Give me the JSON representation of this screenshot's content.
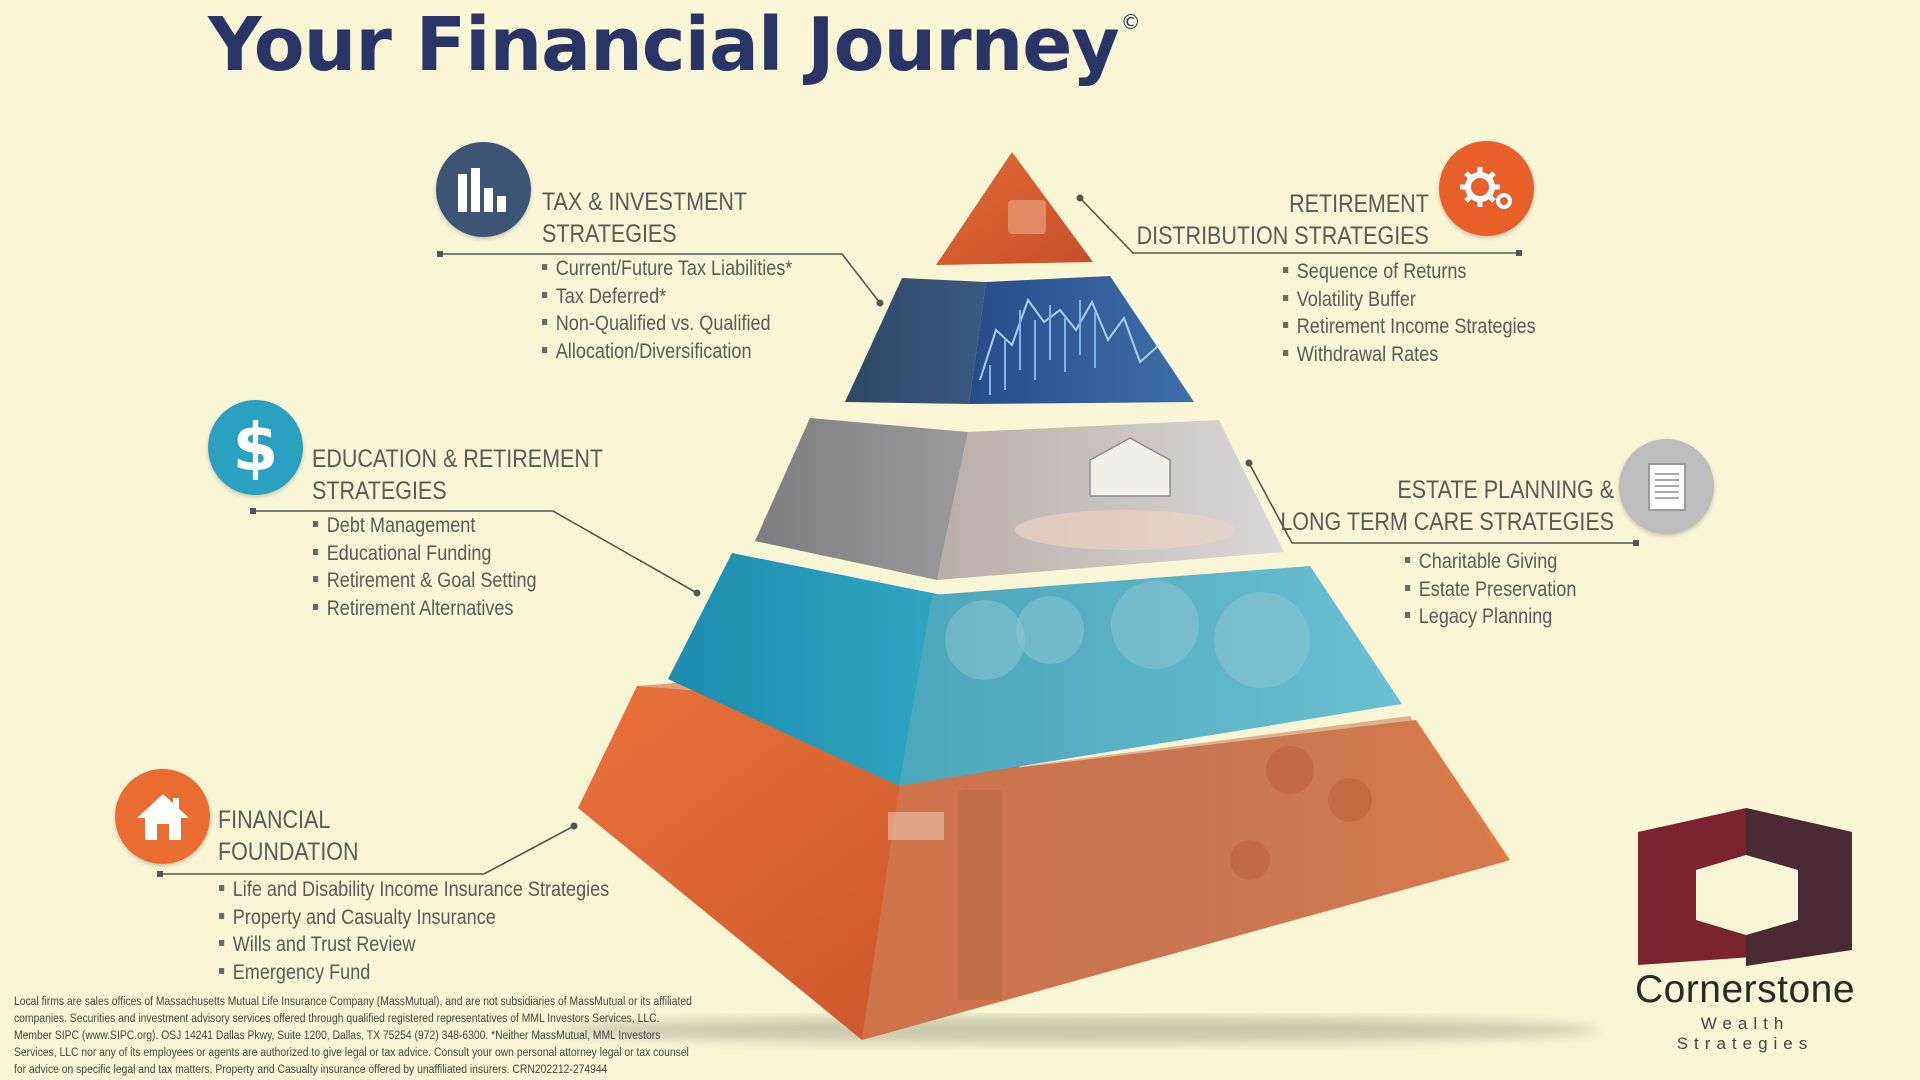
{
  "title": "Your Financial Journey",
  "copyright_mark": "©",
  "colors": {
    "navy": "#2b3467",
    "orange": "#e96c31",
    "teal": "#2aa1c0",
    "gray": "#8c8c8c",
    "maroon": "#7a2430",
    "background": "#f9f6d6"
  },
  "sections": {
    "tax": {
      "icon": "bar-chart-icon",
      "title_line1": "TAX & INVESTMENT",
      "title_line2": "STRATEGIES",
      "items": [
        "Current/Future Tax Liabilities*",
        "Tax Deferred*",
        "Non-Qualified vs. Qualified",
        "Allocation/Diversification"
      ]
    },
    "retirement_distribution": {
      "icon": "gears-icon",
      "title_line1": "RETIREMENT",
      "title_line2": "DISTRIBUTION STRATEGIES",
      "items": [
        "Sequence of Returns",
        "Volatility Buffer",
        "Retirement Income Strategies",
        "Withdrawal Rates"
      ]
    },
    "education": {
      "icon": "dollar-icon",
      "title_line1": "EDUCATION & RETIREMENT",
      "title_line2": "STRATEGIES",
      "items": [
        "Debt Management",
        "Educational Funding",
        "Retirement & Goal Setting",
        "Retirement Alternatives"
      ]
    },
    "estate": {
      "icon": "document-icon",
      "title_line1": "ESTATE PLANNING &",
      "title_line2": "LONG TERM CARE STRATEGIES",
      "items": [
        "Charitable Giving",
        "Estate Preservation",
        "Legacy Planning"
      ]
    },
    "foundation": {
      "icon": "house-icon",
      "title_line1": "FINANCIAL",
      "title_line2": "FOUNDATION",
      "items": [
        "Life and Disability Income Insurance Strategies",
        "Property and Casualty Insurance",
        "Wills and Trust Review",
        "Emergency Fund"
      ]
    }
  },
  "disclaimer": "Local firms are sales offices of Massachusetts Mutual Life Insurance Company (MassMutual), and are not subsidiaries of MassMutual or its affiliated companies. Securities and investment advisory services offered through qualified registered  representatives of MML Investors Services, LLC. Member SIPC (www.SIPC.org). OSJ 14241 Dallas Pkwy, Suite 1200, Dallas, TX 75254 (972) 348-6300. *Neither MassMutual, MML Investors Services, LLC nor any of its employees or agents are authorized to give legal or tax advice. Consult your own personal attorney legal or tax counsel for advice on specific legal and tax matters. Property and Casualty insurance offered by unaffiliated insurers. CRN202212-274944",
  "brand": {
    "name": "Cornerstone",
    "tagline": "Wealth Strategies"
  }
}
